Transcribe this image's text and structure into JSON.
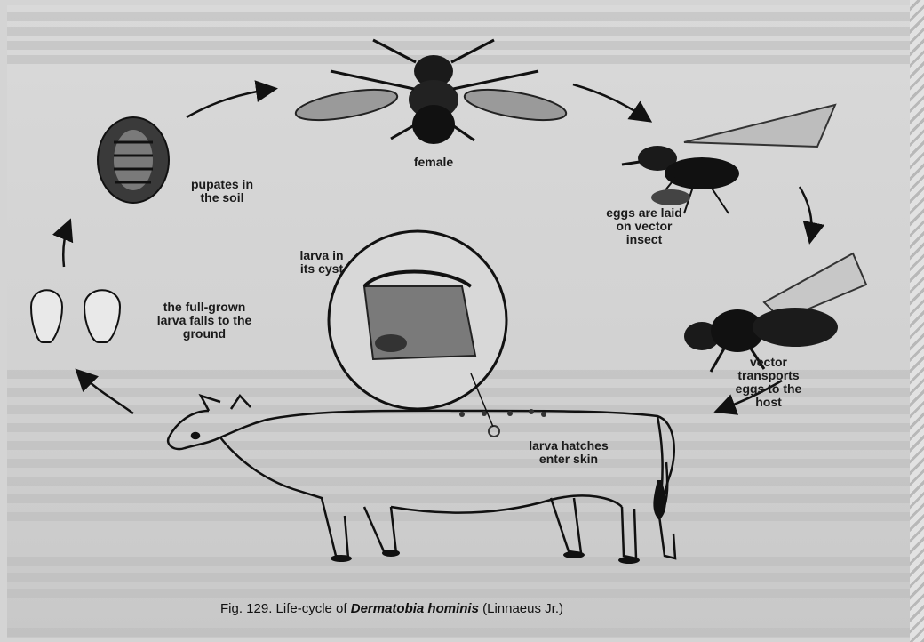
{
  "labels": {
    "female": "female",
    "eggs_laid": "eggs are laid\non vector\ninsect",
    "vector_transports": "vector\ntransports\neggs to the\nhost",
    "larva_hatches": "larva hatches\nenter skin",
    "larva_falls": "the full-grown\nlarva falls to the\nground",
    "pupates": "pupates in\nthe soil",
    "larva_cyst": "larva in\nits cyst"
  },
  "caption": {
    "prefix": "Fig. 129. Life-cycle of ",
    "species": "Dermatobia hominis",
    "suffix": " (Linnaeus Jr.)"
  },
  "icons": [
    "female-fly-icon",
    "mosquito-icon",
    "housefly-icon",
    "cow-icon",
    "pupa-icon",
    "larva-icon",
    "cyst-icon"
  ]
}
